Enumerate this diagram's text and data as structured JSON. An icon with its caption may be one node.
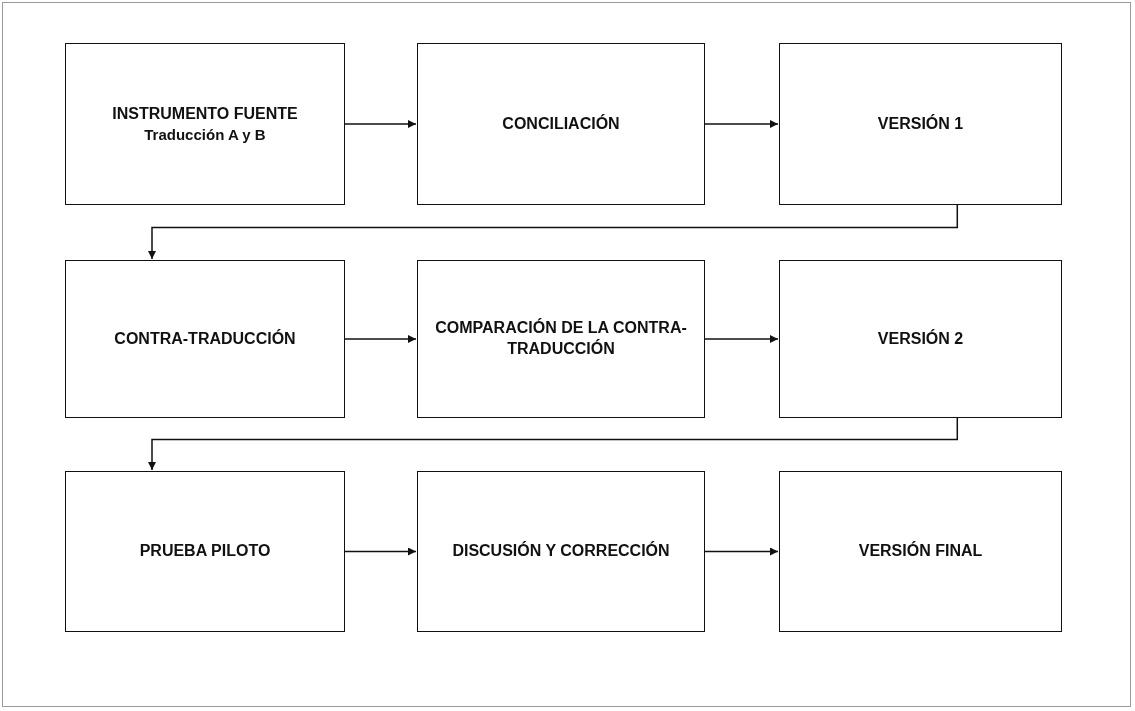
{
  "diagram": {
    "nodes": [
      {
        "text": [
          "INSTRUMENTO FUENTE",
          "Traducción A y B"
        ]
      },
      {
        "text": [
          "CONCILIACIÓN"
        ]
      },
      {
        "text": [
          "VERSIÓN 1"
        ]
      },
      {
        "text": [
          "CONTRA-TRADUCCIÓN"
        ]
      },
      {
        "text": [
          "COMPARACIÓN DE LA CONTRA-TRADUCCIÓN"
        ]
      },
      {
        "text": [
          "VERSIÓN 2"
        ]
      },
      {
        "text": [
          "PRUEBA PILOTO"
        ]
      },
      {
        "text": [
          "DISCUSIÓN Y CORRECCIÓN"
        ]
      },
      {
        "text": [
          "VERSIÓN FINAL"
        ]
      }
    ],
    "edges": [
      {
        "from": 0,
        "to": 1,
        "arrow": "to"
      },
      {
        "from": 1,
        "to": 2,
        "arrow": "to"
      },
      {
        "from": 2,
        "to": 3,
        "arrow": "to"
      },
      {
        "from": 3,
        "to": 4,
        "arrow": "to"
      },
      {
        "from": 4,
        "to": 5,
        "arrow": "to"
      },
      {
        "from": 5,
        "to": 6,
        "arrow": "to"
      },
      {
        "from": 6,
        "to": 7,
        "arrow": "to"
      },
      {
        "from": 7,
        "to": 8,
        "arrow": "to"
      }
    ]
  }
}
